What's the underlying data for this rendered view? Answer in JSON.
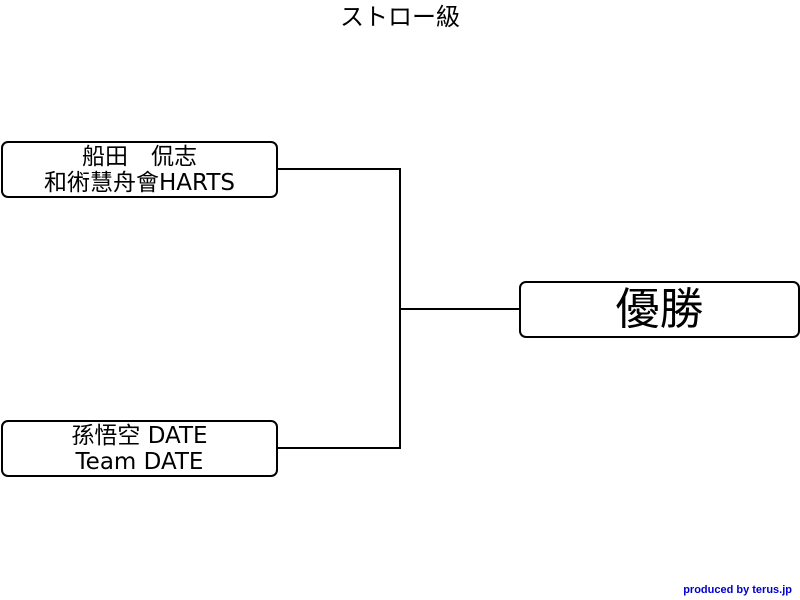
{
  "title": "ストロー級",
  "entries": [
    {
      "name": "船田　侃志",
      "team": "和術慧舟會HARTS"
    },
    {
      "name": "孫悟空 DATE",
      "team": "Team DATE"
    }
  ],
  "winner": {
    "label": "優勝"
  },
  "credit": {
    "text": "produced by terus.jp",
    "color": "#0000cc"
  },
  "colors": {
    "line": "#000000",
    "box_border": "#000000",
    "background": "#ffffff"
  }
}
